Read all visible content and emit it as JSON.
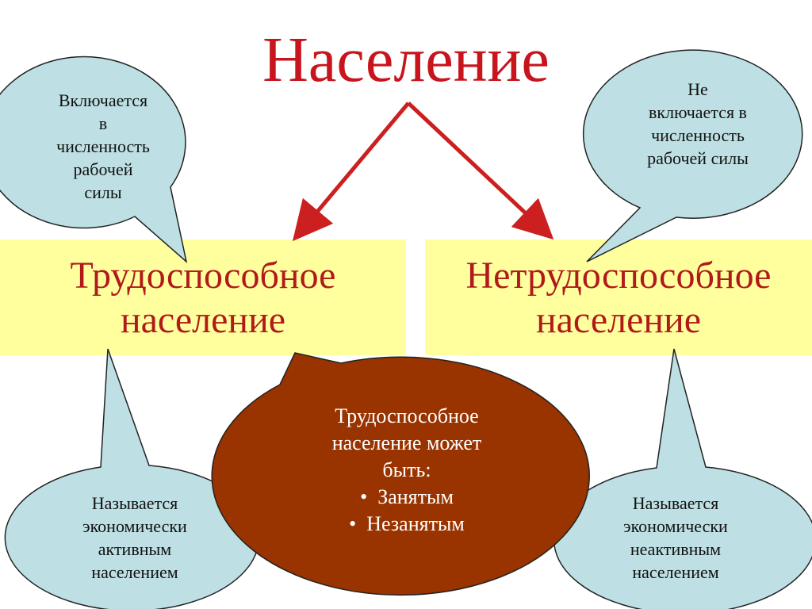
{
  "title": "Население",
  "groups": {
    "left": {
      "line1": "Трудоспособное",
      "line2": "население"
    },
    "right": {
      "line1": "Нетрудоспособное",
      "line2": "население"
    }
  },
  "bubbles": {
    "top_left": [
      "Включается",
      "в",
      "численность",
      "рабочей",
      "силы"
    ],
    "top_right": [
      "Не",
      "включается в",
      "численность",
      "рабочей силы"
    ],
    "bottom_left": [
      "Называется",
      "экономически",
      "активным",
      "населением"
    ],
    "bottom_right": [
      "Называется",
      "экономически",
      "неактивным",
      "населением"
    ]
  },
  "center": {
    "lines": [
      "Трудоспособное",
      "население может",
      "быть:"
    ],
    "items": [
      "Занятым",
      "Незанятым"
    ]
  },
  "colors": {
    "title": "#c8141c",
    "group_text": "#b11a1a",
    "band": "#ffff9e",
    "bubble_fill": "#bee0e4",
    "center_fill": "#993300",
    "arrow": "#cc1f1f"
  }
}
